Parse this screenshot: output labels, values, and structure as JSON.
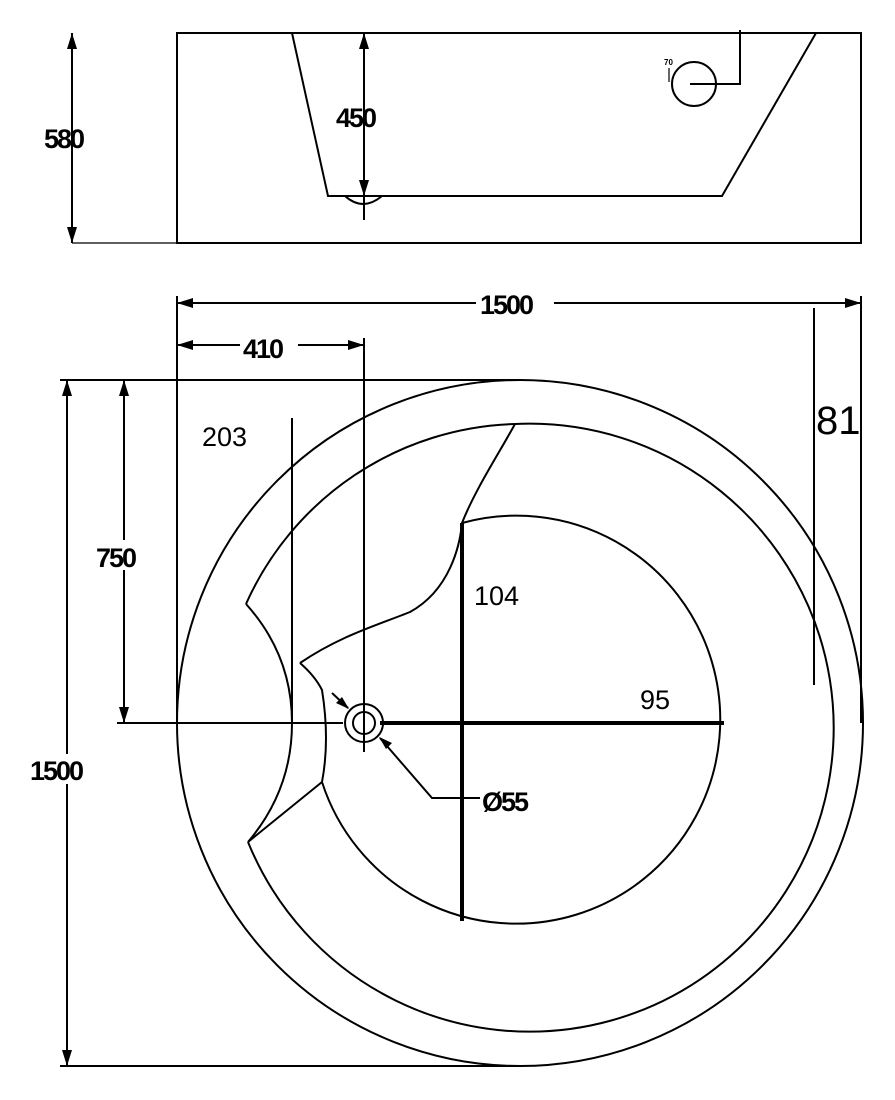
{
  "side_view": {
    "height_label": "580",
    "depth_label": "450",
    "fitting_label": "70"
  },
  "top_view": {
    "overall_width_label": "1500",
    "drain_offset_label": "410",
    "overall_depth_label": "1500",
    "half_depth_label": "750",
    "seat_label": "203",
    "right_gap_label": "81",
    "inner_vertical_label": "104",
    "inner_radius_label": "95",
    "drain_diameter_label": "Ø55"
  },
  "colors": {
    "line": "#000000",
    "background": "#ffffff"
  }
}
